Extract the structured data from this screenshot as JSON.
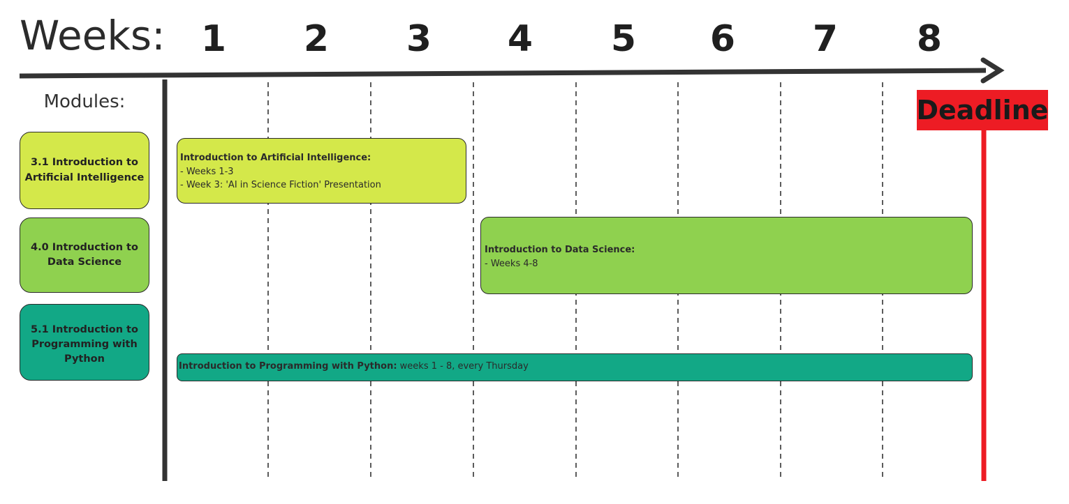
{
  "header": {
    "weeks_label": "Weeks:",
    "weeks": [
      "1",
      "2",
      "3",
      "4",
      "5",
      "6",
      "7",
      "8"
    ]
  },
  "modules": {
    "title": "Modules:",
    "items": [
      {
        "label": "3.1 Introduction to Artificial Intelligence",
        "color": "#d4e84a"
      },
      {
        "label": "4.0 Introduction to Data Science",
        "color": "#8fd14f"
      },
      {
        "label": "5.1 Introduction to Programming with Python",
        "color": "#12a886"
      }
    ]
  },
  "tasks": [
    {
      "title": "Introduction to Artificial Intelligence:",
      "lines": [
        "- Weeks 1-3",
        "- Week 3: 'AI in Science Fiction' Presentation"
      ],
      "color": "#d4e84a"
    },
    {
      "title": "Introduction to Data Science:",
      "lines": [
        "- Weeks 4-8"
      ],
      "color": "#8fd14f"
    },
    {
      "title": "Introduction to Programming with Python:",
      "inline": " weeks 1 - 8, every Thursday",
      "color": "#12a886"
    }
  ],
  "deadline": {
    "label": "Deadline",
    "color": "#ed1c24"
  },
  "colors": {
    "axis": "#333333",
    "grid": "#333333"
  }
}
